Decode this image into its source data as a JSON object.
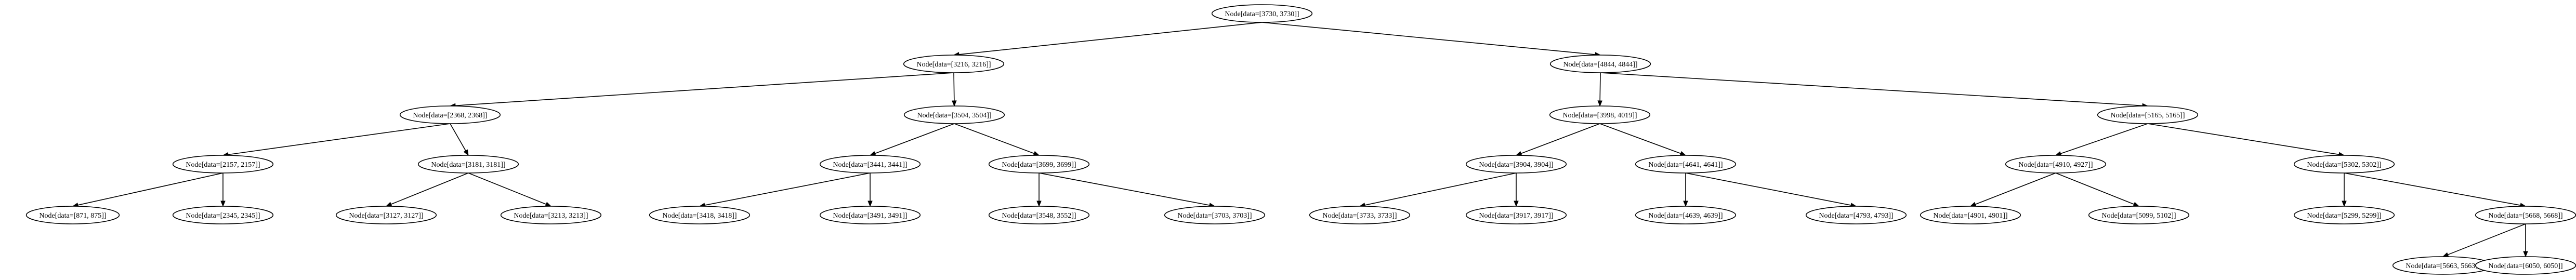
{
  "colors": {
    "background": "#ffffff",
    "stroke": "#000000",
    "text": "#000000"
  },
  "tree": {
    "label": "Node[data=[3730, 3730]]",
    "children": [
      {
        "label": "Node[data=[3216, 3216]]",
        "children": [
          {
            "label": "Node[data=[2368, 2368]]",
            "children": [
              {
                "label": "Node[data=[2157, 2157]]",
                "children": [
                  {
                    "label": "Node[data=[871, 875]]",
                    "children": []
                  },
                  {
                    "label": "Node[data=[2345, 2345]]",
                    "children": []
                  }
                ]
              },
              {
                "label": "Node[data=[3181, 3181]]",
                "children": [
                  {
                    "label": "Node[data=[3127, 3127]]",
                    "children": []
                  },
                  {
                    "label": "Node[data=[3213, 3213]]",
                    "children": []
                  }
                ]
              }
            ]
          },
          {
            "label": "Node[data=[3504, 3504]]",
            "children": [
              {
                "label": "Node[data=[3441, 3441]]",
                "children": [
                  {
                    "label": "Node[data=[3418, 3418]]",
                    "children": []
                  },
                  {
                    "label": "Node[data=[3491, 3491]]",
                    "children": []
                  }
                ]
              },
              {
                "label": "Node[data=[3699, 3699]]",
                "children": [
                  {
                    "label": "Node[data=[3548, 3552]]",
                    "children": []
                  },
                  {
                    "label": "Node[data=[3703, 3703]]",
                    "children": []
                  }
                ]
              }
            ]
          }
        ]
      },
      {
        "label": "Node[data=[4844, 4844]]",
        "children": [
          {
            "label": "Node[data=[3998, 4019]]",
            "children": [
              {
                "label": "Node[data=[3904, 3904]]",
                "children": [
                  {
                    "label": "Node[data=[3733, 3733]]",
                    "children": []
                  },
                  {
                    "label": "Node[data=[3917, 3917]]",
                    "children": []
                  }
                ]
              },
              {
                "label": "Node[data=[4641, 4641]]",
                "children": [
                  {
                    "label": "Node[data=[4639, 4639]]",
                    "children": []
                  },
                  {
                    "label": "Node[data=[4793, 4793]]",
                    "children": []
                  }
                ]
              }
            ]
          },
          {
            "label": "Node[data=[5165, 5165]]",
            "children": [
              {
                "label": "Node[data=[4910, 4927]]",
                "children": [
                  {
                    "label": "Node[data=[4901, 4901]]",
                    "children": []
                  },
                  {
                    "label": "Node[data=[5099, 5102]]",
                    "children": []
                  }
                ]
              },
              {
                "label": "Node[data=[5302, 5302]]",
                "children": [
                  {
                    "label": "Node[data=[5299, 5299]]",
                    "children": []
                  },
                  {
                    "label": "Node[data=[5668, 5668]]",
                    "children": [
                      {
                        "label": "Node[data=[5663, 5663]]",
                        "children": []
                      },
                      {
                        "label": "Node[data=[6050, 6050]]",
                        "children": []
                      }
                    ]
                  }
                ]
              }
            ]
          }
        ]
      }
    ]
  }
}
